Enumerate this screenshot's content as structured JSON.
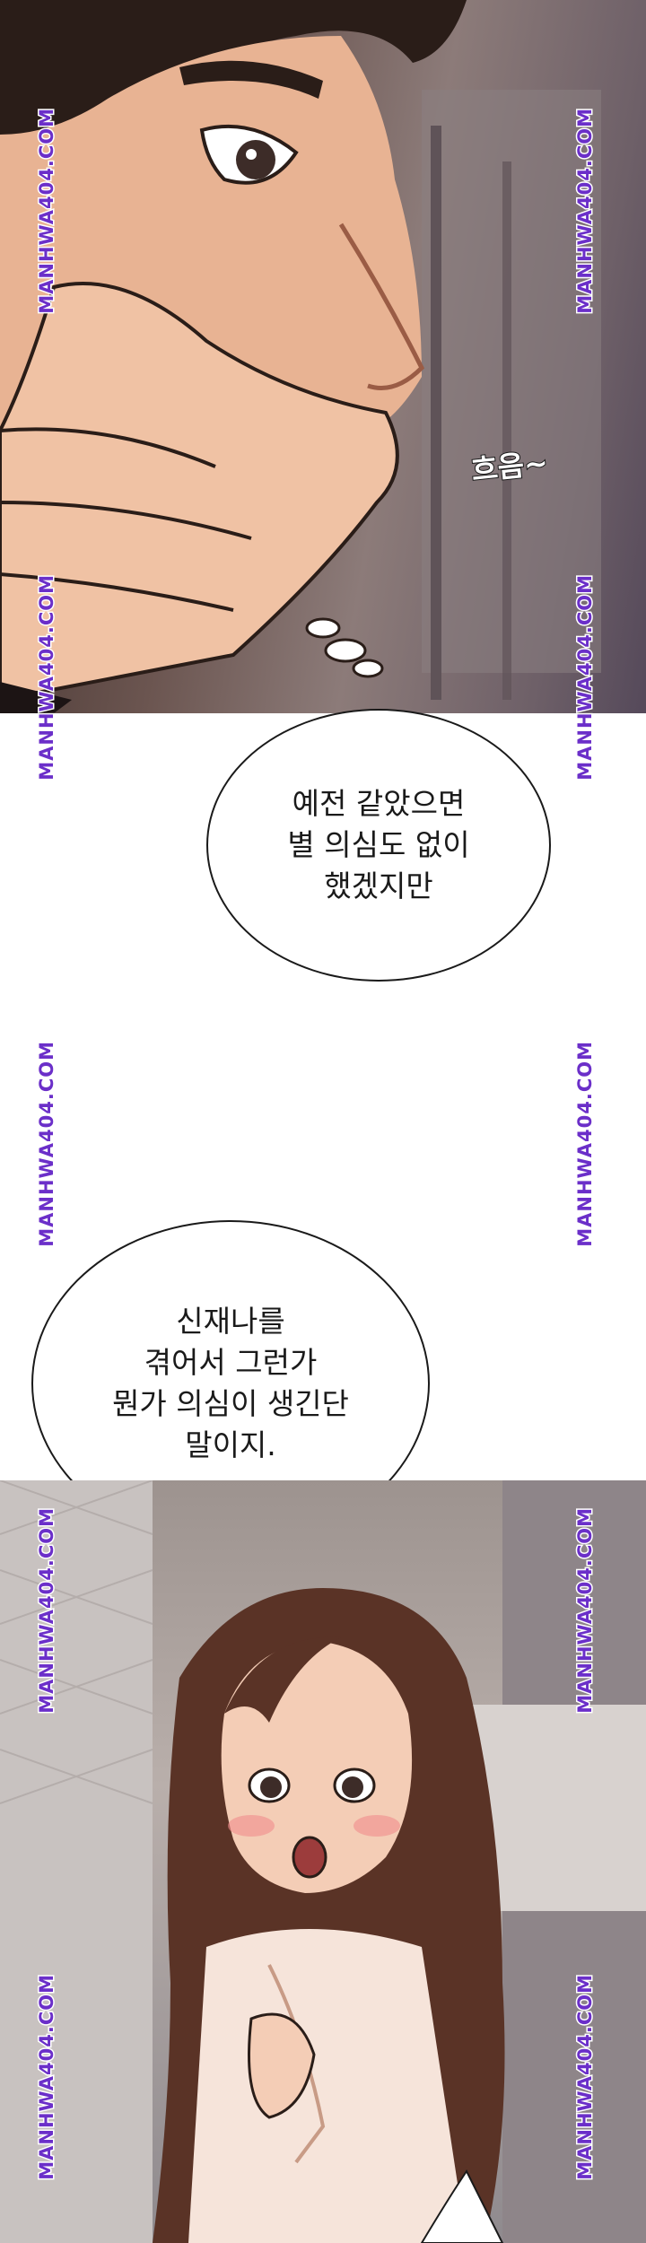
{
  "watermark": "MANHWA404.COM",
  "top_panel": {
    "sfx": "흐음~"
  },
  "bubbles": [
    {
      "text": "예전 같았으면\n별 의심도 없이\n했겠지만"
    },
    {
      "text": "신재나를\n겪어서 그런가\n뭔가 의심이 생긴단\n말이지."
    }
  ]
}
